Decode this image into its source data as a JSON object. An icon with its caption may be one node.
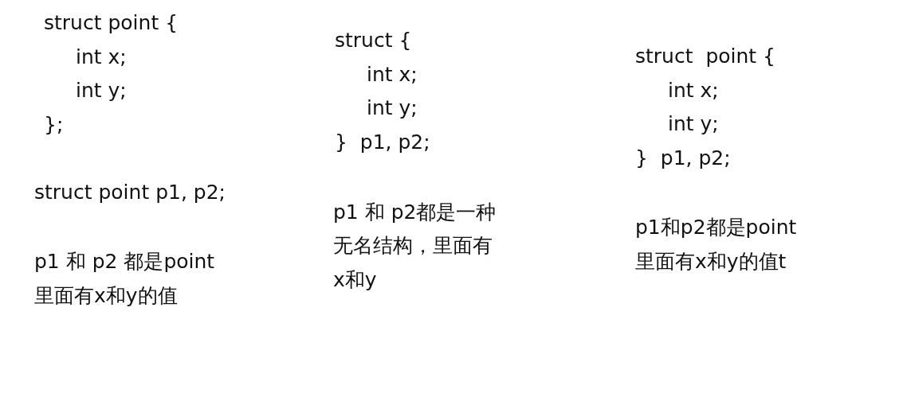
{
  "diagram": {
    "labels": [
      "struct point {",
      "int x;",
      "int y;",
      "};",
      "struct point p1, p2;",
      "p1 和 p2 都是point",
      "里面有x和y的值",
      "struct {",
      "int x;",
      "int y;",
      "}  p1, p2;",
      "p1 和 p2都是一种",
      "无名结构，里面有",
      "x和y",
      "struct  point {",
      "int x;",
      "int y;",
      "}  p1, p2;",
      "p1和p2都是point",
      "里面有x和y的值t"
    ]
  }
}
